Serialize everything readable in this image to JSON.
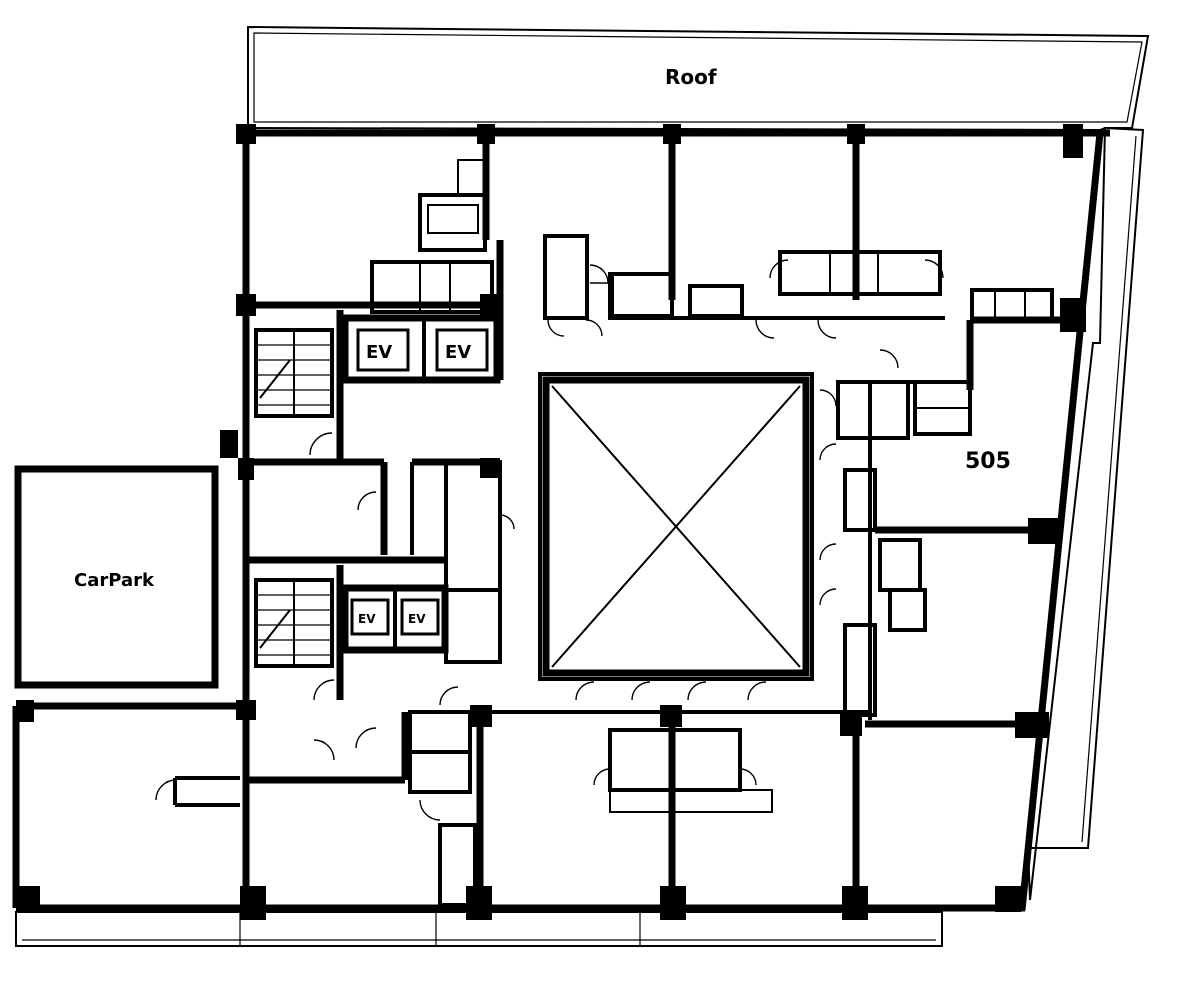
{
  "labels": {
    "roof": "Roof",
    "car_park": "CarPark",
    "unit": "505",
    "ev_1": "EV",
    "ev_2": "EV",
    "ev_3": "EV",
    "ev_4": "EV"
  },
  "colors": {
    "ink": "#000000",
    "paper": "#ffffff"
  }
}
